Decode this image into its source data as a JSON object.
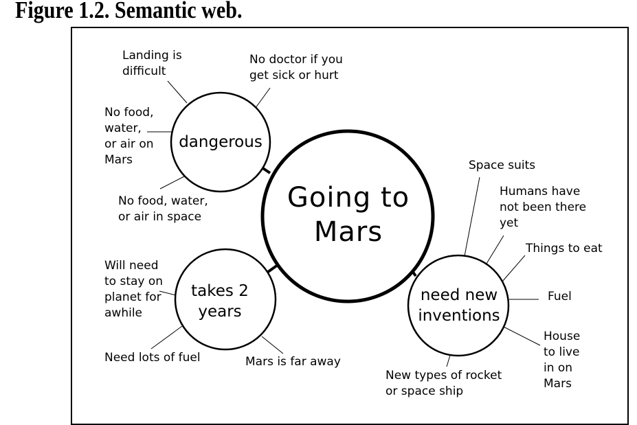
{
  "figure_title": "Figure 1.2. Semantic web.",
  "center": {
    "label": "Going to\nMars"
  },
  "hubs": [
    {
      "id": "dangerous",
      "label": "dangerous"
    },
    {
      "id": "takes",
      "label": "takes 2\nyears"
    },
    {
      "id": "need",
      "label": "need new\ninventions"
    }
  ],
  "details": {
    "landing": "Landing is\ndifficult",
    "doctor": "No doctor if you\nget sick or hurt",
    "food_mars": "No food,\nwater,\nor air on\nMars",
    "food_space": "No food, water,\nor air in space",
    "stay": "Will need\nto stay on\nplanet for\nawhile",
    "fuel_lots": "Need lots of fuel",
    "far": "Mars is far away",
    "suits": "Space suits",
    "humans": "Humans have\nnot been there\nyet",
    "eat": "Things to eat",
    "fuel": "Fuel",
    "house": "House\nto live\nin on\nMars",
    "rocket": "New types of rocket\nor space ship"
  }
}
